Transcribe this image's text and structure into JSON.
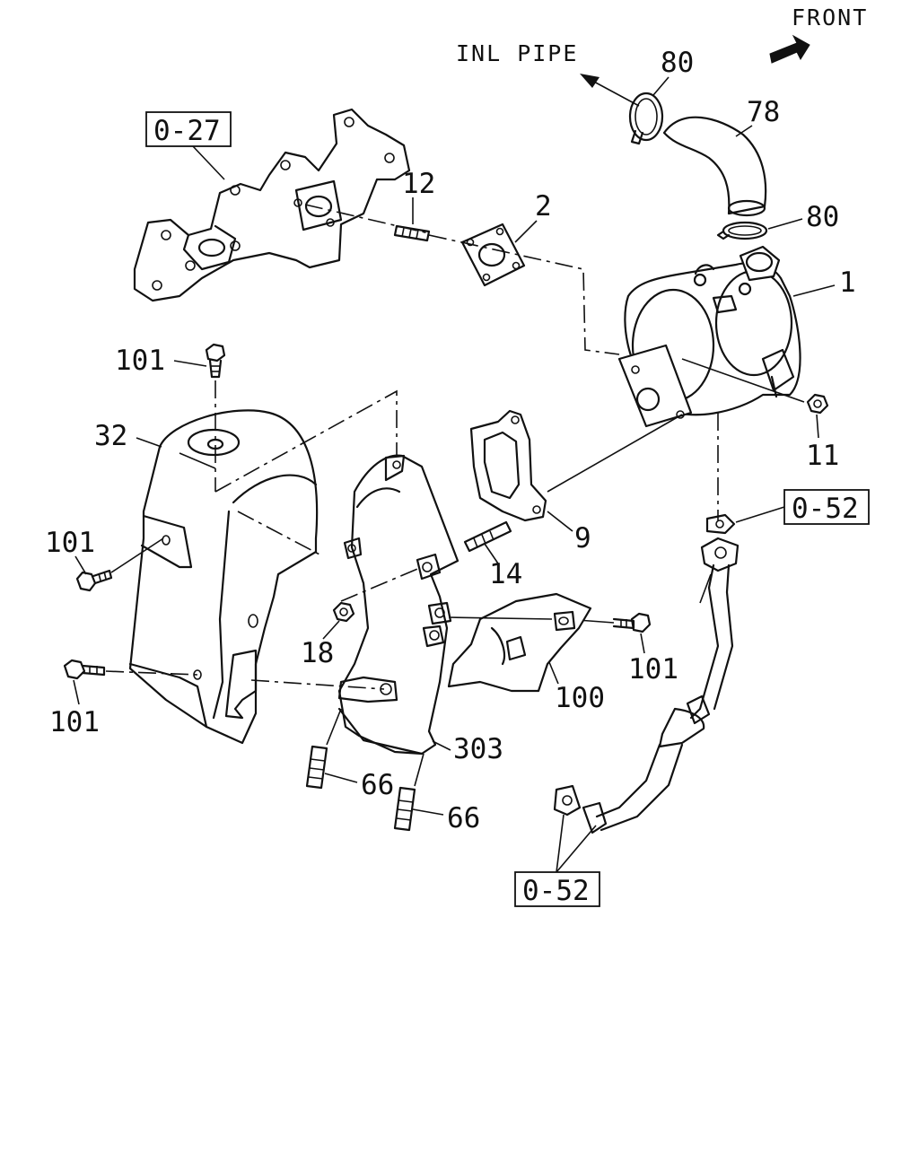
{
  "header": {
    "front_label": "FRONT",
    "inlet_label": "INL PIPE"
  },
  "references": {
    "ref_0_27": "0-27",
    "ref_0_52_right": "0-52",
    "ref_0_52_bottom": "0-52"
  },
  "callouts": {
    "p1": "1",
    "p2": "2",
    "p9": "9",
    "p11": "11",
    "p12": "12",
    "p14": "14",
    "p18": "18",
    "p32": "32",
    "p66a": "66",
    "p66b": "66",
    "p78": "78",
    "p80a": "80",
    "p80b": "80",
    "p100": "100",
    "p101a": "101",
    "p101b": "101",
    "p101c": "101",
    "p101d": "101",
    "p303": "303"
  }
}
